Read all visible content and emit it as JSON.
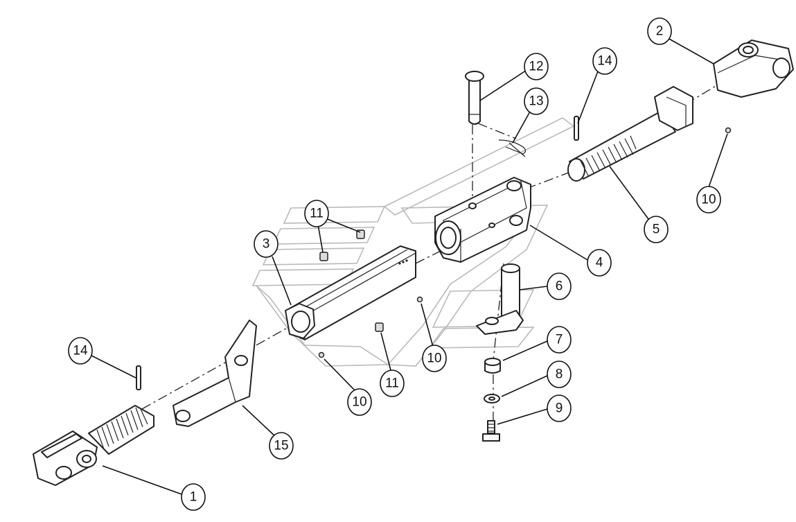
{
  "diagram": {
    "callouts": [
      {
        "id": "callout-1",
        "text": "1"
      },
      {
        "id": "callout-2",
        "text": "2"
      },
      {
        "id": "callout-3",
        "text": "3"
      },
      {
        "id": "callout-4",
        "text": "4"
      },
      {
        "id": "callout-5",
        "text": "5"
      },
      {
        "id": "callout-6",
        "text": "6"
      },
      {
        "id": "callout-7",
        "text": "7"
      },
      {
        "id": "callout-8",
        "text": "8"
      },
      {
        "id": "callout-9",
        "text": "9"
      },
      {
        "id": "callout-10a",
        "text": "10"
      },
      {
        "id": "callout-10b",
        "text": "10"
      },
      {
        "id": "callout-10c",
        "text": "10"
      },
      {
        "id": "callout-11a",
        "text": "11"
      },
      {
        "id": "callout-11b",
        "text": "11"
      },
      {
        "id": "callout-12",
        "text": "12"
      },
      {
        "id": "callout-13",
        "text": "13"
      },
      {
        "id": "callout-14a",
        "text": "14"
      },
      {
        "id": "callout-14b",
        "text": "14"
      },
      {
        "id": "callout-15",
        "text": "15"
      }
    ]
  }
}
